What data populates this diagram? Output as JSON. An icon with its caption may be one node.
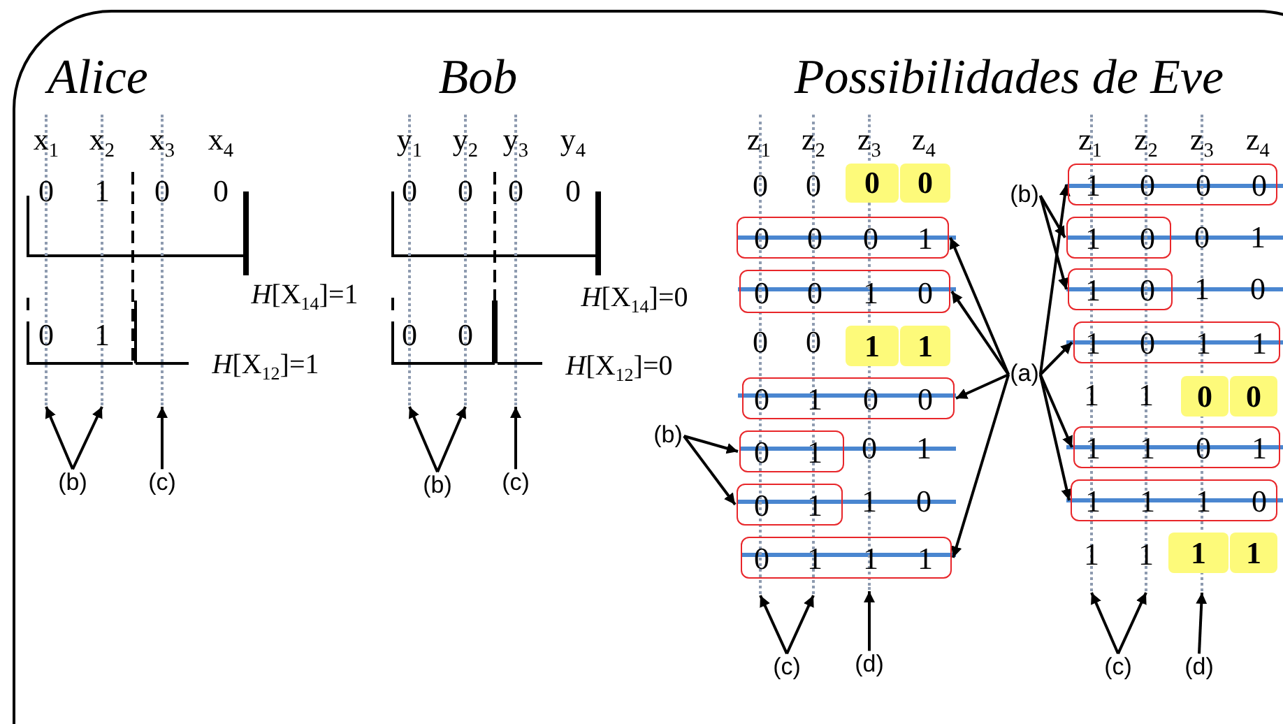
{
  "diagram": {
    "nodes": [
      {
        "text": [],
        "shape": "line"
      },
      {
        "text": [],
        "shape": "line"
      },
      {
        "text": [],
        "shape": "line"
      },
      {
        "text": [
          "(b)"
        ]
      },
      {
        "text": [
          "(c)"
        ]
      },
      {
        "text": [],
        "shape": "line"
      },
      {
        "text": [],
        "shape": "line"
      },
      {
        "text": [],
        "shape": "line"
      },
      {
        "text": [
          "(b)"
        ]
      },
      {
        "text": [
          "(c)"
        ]
      },
      {
        "text": [],
        "shape": "line"
      },
      {
        "text": [],
        "shape": "line"
      },
      {
        "text": [],
        "shape": "line"
      },
      {
        "text": [
          "0"
        ]
      },
      {
        "text": [
          "0"
        ]
      },
      {
        "text": [
          "0",
          "0",
          "0",
          "1"
        ]
      },
      {
        "text": [
          "0",
          "0",
          "1",
          "0"
        ]
      },
      {
        "text": [
          "1"
        ]
      },
      {
        "text": [
          "1"
        ]
      },
      {
        "text": [
          "0",
          "1",
          "0",
          "0"
        ]
      },
      {
        "text": [
          "0",
          "1"
        ]
      },
      {
        "text": [
          "0",
          "1"
        ]
      },
      {
        "text": [
          "0",
          "1",
          "1",
          "1"
        ]
      },
      {
        "text": [
          "(b)"
        ]
      },
      {
        "text": [
          "(a)"
        ]
      },
      {
        "text": [
          "(c)"
        ]
      },
      {
        "text": [
          "(d)"
        ]
      },
      {
        "text": [],
        "shape": "line"
      },
      {
        "text": [],
        "shape": "line"
      },
      {
        "text": [],
        "shape": "line"
      },
      {
        "text": [
          "1",
          "0",
          "0",
          "0"
        ]
      },
      {
        "text": [
          "1",
          "0"
        ]
      },
      {
        "text": [
          "1",
          "0"
        ]
      },
      {
        "text": [
          "1",
          "0",
          "1",
          "1"
        ]
      },
      {
        "text": [
          "0"
        ]
      },
      {
        "text": [
          "0"
        ]
      },
      {
        "text": [
          "1",
          "1",
          "0",
          "1"
        ]
      },
      {
        "text": [
          "1",
          "1",
          "1",
          "0"
        ]
      },
      {
        "text": [
          "1"
        ]
      },
      {
        "text": [
          "1"
        ]
      },
      {
        "text": [
          "(b)"
        ]
      },
      {
        "text": [
          "(c)"
        ]
      },
      {
        "text": [
          "(d)"
        ]
      }
    ],
    "edges": [
      {
        "from": 3,
        "to": 0,
        "arrow": "to"
      },
      {
        "from": 3,
        "to": 1,
        "arrow": "to"
      },
      {
        "from": 4,
        "to": 2,
        "arrow": "to"
      },
      {
        "from": 8,
        "to": 5,
        "arrow": "to"
      },
      {
        "from": 8,
        "to": 6,
        "arrow": "to"
      },
      {
        "from": 9,
        "to": 7,
        "arrow": "to"
      },
      {
        "from": 23,
        "to": 20,
        "arrow": "to"
      },
      {
        "from": 23,
        "to": 21,
        "arrow": "to"
      },
      {
        "from": 24,
        "to": 15,
        "arrow": "to"
      },
      {
        "from": 24,
        "to": 16,
        "arrow": "to"
      },
      {
        "from": 24,
        "to": 19,
        "arrow": "to"
      },
      {
        "from": 24,
        "to": 22,
        "arrow": "to"
      },
      {
        "from": 24,
        "to": 30,
        "arrow": "to"
      },
      {
        "from": 24,
        "to": 33,
        "arrow": "to"
      },
      {
        "from": 24,
        "to": 36,
        "arrow": "to"
      },
      {
        "from": 24,
        "to": 37,
        "arrow": "to"
      },
      {
        "from": 25,
        "to": 10,
        "arrow": "to"
      },
      {
        "from": 25,
        "to": 11,
        "arrow": "to"
      },
      {
        "from": 26,
        "to": 12,
        "arrow": "to"
      },
      {
        "from": 40,
        "to": 31,
        "arrow": "to"
      },
      {
        "from": 40,
        "to": 32,
        "arrow": "to"
      },
      {
        "from": 41,
        "to": 27,
        "arrow": "to"
      },
      {
        "from": 41,
        "to": 28,
        "arrow": "to"
      },
      {
        "from": 42,
        "to": 29,
        "arrow": "to"
      }
    ],
    "labels": [
      "Alice",
      "Bob",
      "Possibilidades de Eve",
      "x$_{1}$",
      "x$_{2}$",
      "x$_{3}$",
      "x$_{4}$",
      "0",
      "1",
      "0",
      "0",
      "*H*[X$_{14}$]=1",
      "0",
      "1",
      "*H*[X$_{12}$]=1",
      "y$_{1}$",
      "y$_{2}$",
      "y$_{3}$",
      "y$_{4}$",
      "0",
      "0",
      "0",
      "0",
      "*H*[X$_{14}$]=0",
      "0",
      "0",
      "*H*[X$_{12}$]=0",
      "z$_{1}$",
      "z$_{2}$",
      "z$_{3}$",
      "z$_{4}$",
      "z$_{1}$",
      "z$_{2}$",
      "z$_{3}$",
      "z$_{4}$",
      "0",
      "0",
      "0",
      "0",
      "0",
      "1",
      "1",
      "0",
      "0",
      "1",
      "1",
      "0",
      "1",
      "1",
      "1",
      "1"
    ]
  }
}
